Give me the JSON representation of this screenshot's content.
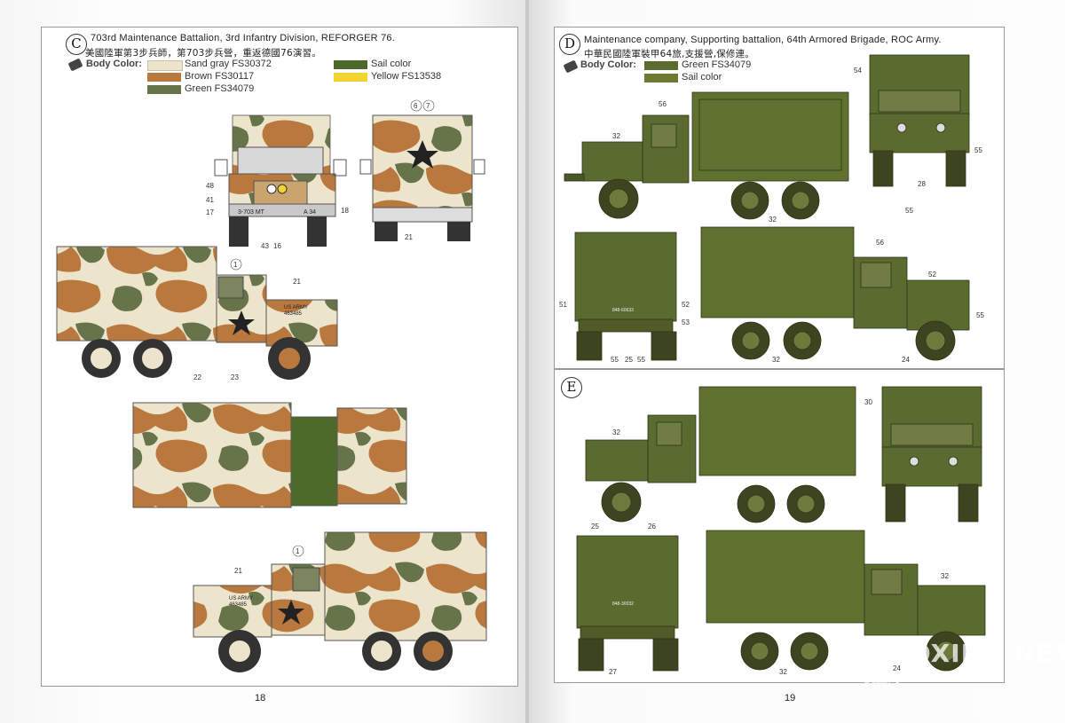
{
  "left_page": {
    "section_c": {
      "letter": "C",
      "title_en": "703rd Maintenance Battalion, 3rd Infantry Division, REFORGER 76.",
      "title_cn": "美國陸軍第3步兵師，第703步兵營，重返德國76演習。",
      "body_color_label": "Body Color:",
      "colors": [
        {
          "name": "Sand gray FS30372",
          "hex": "#ede4cc"
        },
        {
          "name": "Brown FS30117",
          "hex": "#b8783e"
        },
        {
          "name": "Green FS34079",
          "hex": "#67744a"
        },
        {
          "name": "Sail color",
          "hex": "#4e6a2a"
        },
        {
          "name": "Yellow FS13538",
          "hex": "#f3d431"
        }
      ]
    },
    "truck_markings": {
      "bumper_left": "3-703 MT",
      "bumper_right": "A 34",
      "hood": "US ARMY 463485"
    },
    "callouts": [
      "6",
      "7",
      "48",
      "41",
      "17",
      "18",
      "43",
      "16",
      "21",
      "1",
      "21",
      "22",
      "23",
      "1",
      "21"
    ],
    "page_number": "18"
  },
  "right_page": {
    "section_d": {
      "letter": "D",
      "title_en": "Maintenance company, Supporting battalion,  64th Armored Brigade, ROC Army.",
      "title_cn": "中華民國陸軍裝甲64旅,支援營,保修連。",
      "body_color_label": "Body Color:",
      "colors": [
        {
          "name": "Green FS34079",
          "hex": "#5b6a2f"
        },
        {
          "name": "Sail color",
          "hex": "#6e7a34"
        }
      ],
      "callouts": [
        "56",
        "32",
        "54",
        "55",
        "28",
        "55",
        "32",
        "51",
        "52",
        "53",
        "56",
        "52",
        "55",
        "25",
        "55",
        "32",
        "24"
      ],
      "plate_text": "848-60633"
    },
    "section_e": {
      "letter": "E",
      "callouts": [
        "32",
        "30",
        "25",
        "26",
        "32",
        "27",
        "32",
        "24"
      ],
      "plate_text": "848-30032"
    },
    "page_number": "19",
    "watermark": {
      "latin": "MOXING.NET",
      "cn": "模型网"
    }
  }
}
